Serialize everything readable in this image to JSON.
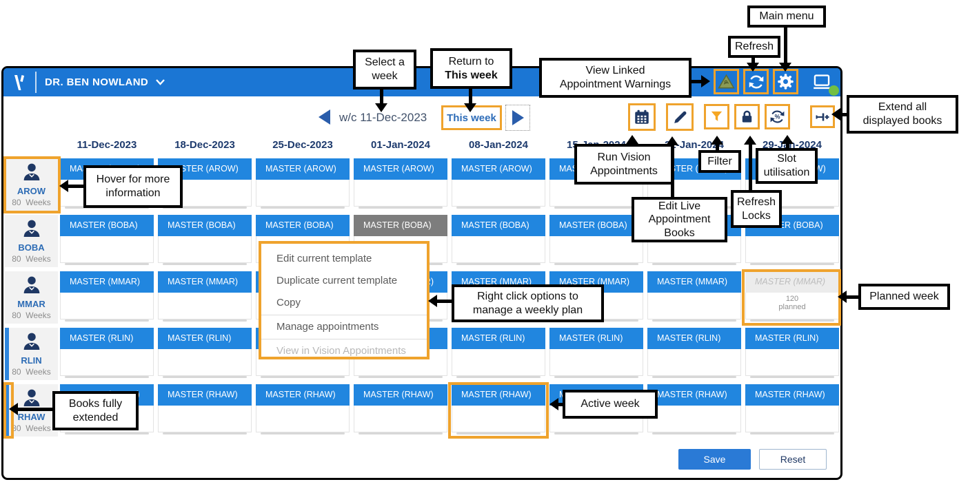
{
  "titlebar": {
    "logo": "V",
    "doctor": "DR. BEN NOWLAND"
  },
  "week_nav": {
    "label": "w/c 11-Dec-2023",
    "this_week": "This week"
  },
  "columns": [
    "11-Dec-2023",
    "18-Dec-2023",
    "25-Dec-2023",
    "01-Jan-2024",
    "08-Jan-2024",
    "15-Jan-2024",
    "22-Jan-2024",
    "29-Jan-2024"
  ],
  "rows": [
    {
      "name": "AROW",
      "weeks": "80  Weeks",
      "extended": false,
      "cell_label": "MASTER (AROW)",
      "special": {}
    },
    {
      "name": "BOBA",
      "weeks": "80  Weeks",
      "extended": false,
      "cell_label": "MASTER (BOBA)",
      "special": {
        "3": "gray"
      }
    },
    {
      "name": "MMAR",
      "weeks": "80  Weeks",
      "extended": false,
      "cell_label": "MASTER (MMAR)",
      "special": {
        "7": "planned"
      }
    },
    {
      "name": "RLIN",
      "weeks": "80  Weeks",
      "extended": true,
      "cell_label": "MASTER (RLIN)",
      "special": {}
    },
    {
      "name": "RHAW",
      "weeks": "80  Weeks",
      "extended": true,
      "cell_label": "MASTER (RHAW)",
      "special": {}
    }
  ],
  "planned": {
    "value": "120",
    "caption": "planned"
  },
  "context_menu": {
    "items": [
      {
        "label": "Edit current template",
        "enabled": true,
        "separator_after": false
      },
      {
        "label": "Duplicate current template",
        "enabled": true,
        "separator_after": false
      },
      {
        "label": "Copy",
        "enabled": true,
        "separator_after": true
      },
      {
        "label": "Manage appointments",
        "enabled": true,
        "separator_after": true
      },
      {
        "label": "View in Vision Appointments",
        "enabled": false,
        "separator_after": false
      }
    ]
  },
  "footer": {
    "save": "Save",
    "reset": "Reset"
  },
  "annotations": {
    "select_week": "Select a\nweek",
    "return_line1": "Return to",
    "return_line2": "This week",
    "view_linked": "View Linked\nAppointment Warnings",
    "refresh": "Refresh",
    "main_menu": "Main menu",
    "extend_all": "Extend all\ndisplayed books",
    "run_vision": "Run Vision\nAppointments",
    "edit_live": "Edit Live\nAppointment\nBooks",
    "filter": "Filter",
    "refresh_locks": "Refresh\nLocks",
    "slot_util": "Slot\nutilisation",
    "hover_info": "Hover for more\ninformation",
    "right_click": "Right click options to\nmanage a weekly plan",
    "planned_week": "Planned week",
    "active_week": "Active week",
    "books_extended": "Books fully\nextended"
  },
  "colors": {
    "titlebar_blue": "#1B76D4",
    "cell_blue": "#2186DF",
    "highlight_orange": "#EFA32D",
    "icon_navy": "#1F3864",
    "gray_cell": "#7D7D7D",
    "green_status": "#72BF44"
  }
}
